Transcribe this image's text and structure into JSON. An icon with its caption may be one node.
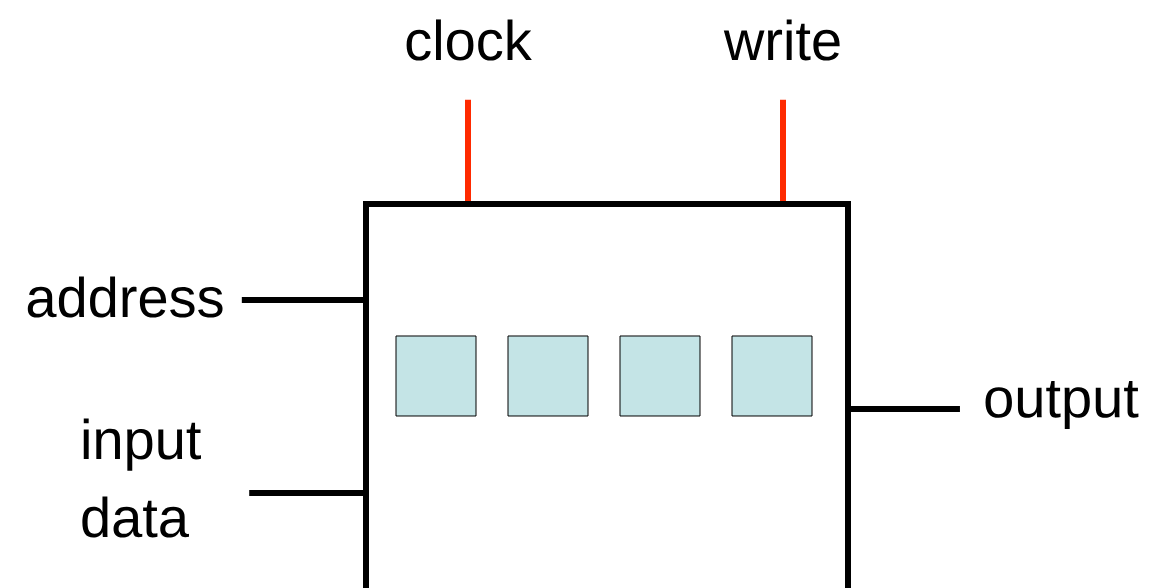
{
  "diagram": {
    "nodes": [
      {
        "text": [],
        "shape": "box"
      },
      {
        "text": [],
        "shape": "box",
        "in": 0
      },
      {
        "text": [],
        "shape": "box",
        "in": 0
      },
      {
        "text": [],
        "shape": "box",
        "in": 0
      },
      {
        "text": [],
        "shape": "box",
        "in": 0
      },
      {
        "text": [
          "clock"
        ]
      },
      {
        "text": [
          "write"
        ]
      },
      {
        "text": [
          "address"
        ]
      },
      {
        "text": [
          "input data"
        ]
      },
      {
        "text": [
          "output"
        ]
      }
    ],
    "edges": [
      {
        "from": 5,
        "to": 0,
        "arrow": "none",
        "color": "#ff2a00"
      },
      {
        "from": 6,
        "to": 0,
        "arrow": "none",
        "color": "#ff2a00"
      },
      {
        "from": 7,
        "to": 0,
        "arrow": "none"
      },
      {
        "from": 8,
        "to": 0,
        "arrow": "none"
      },
      {
        "from": 0,
        "to": 9,
        "arrow": "none"
      }
    ]
  }
}
